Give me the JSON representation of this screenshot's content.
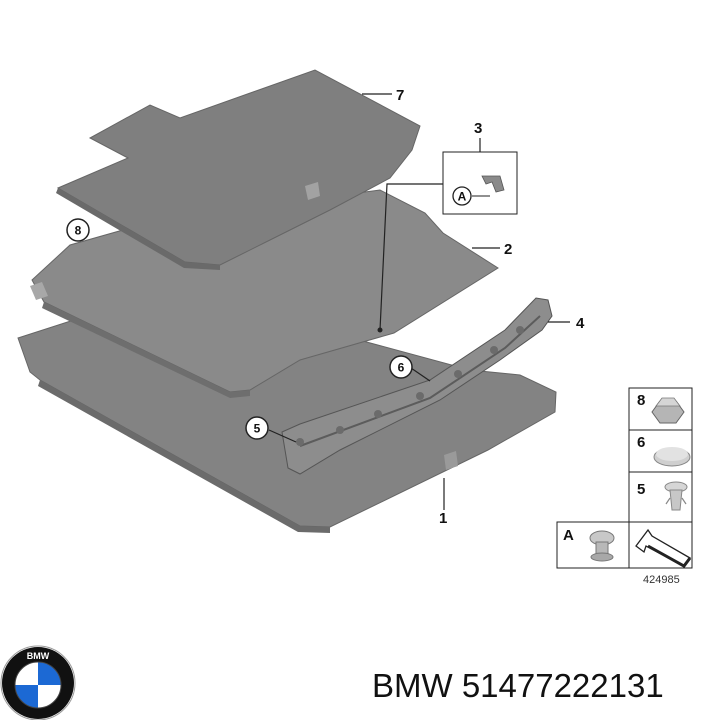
{
  "callouts": {
    "c1": "1",
    "c2": "2",
    "c3": "3",
    "c4": "4",
    "c5": "5",
    "c6": "6",
    "c7": "7",
    "c8": "8",
    "cA": "A"
  },
  "legend": {
    "row8": "8",
    "row6": "6",
    "row5": "5",
    "rowA": "A"
  },
  "diagram_number": "424985",
  "logo": {
    "text": "BMW",
    "colors": {
      "blue": "#1c69d4",
      "ring": "#111111",
      "white": "#ffffff"
    }
  },
  "caption": "BMW 51477222131",
  "colors": {
    "panel": "#838383",
    "panel_dark": "#6b6b6b",
    "line": "#222222"
  }
}
